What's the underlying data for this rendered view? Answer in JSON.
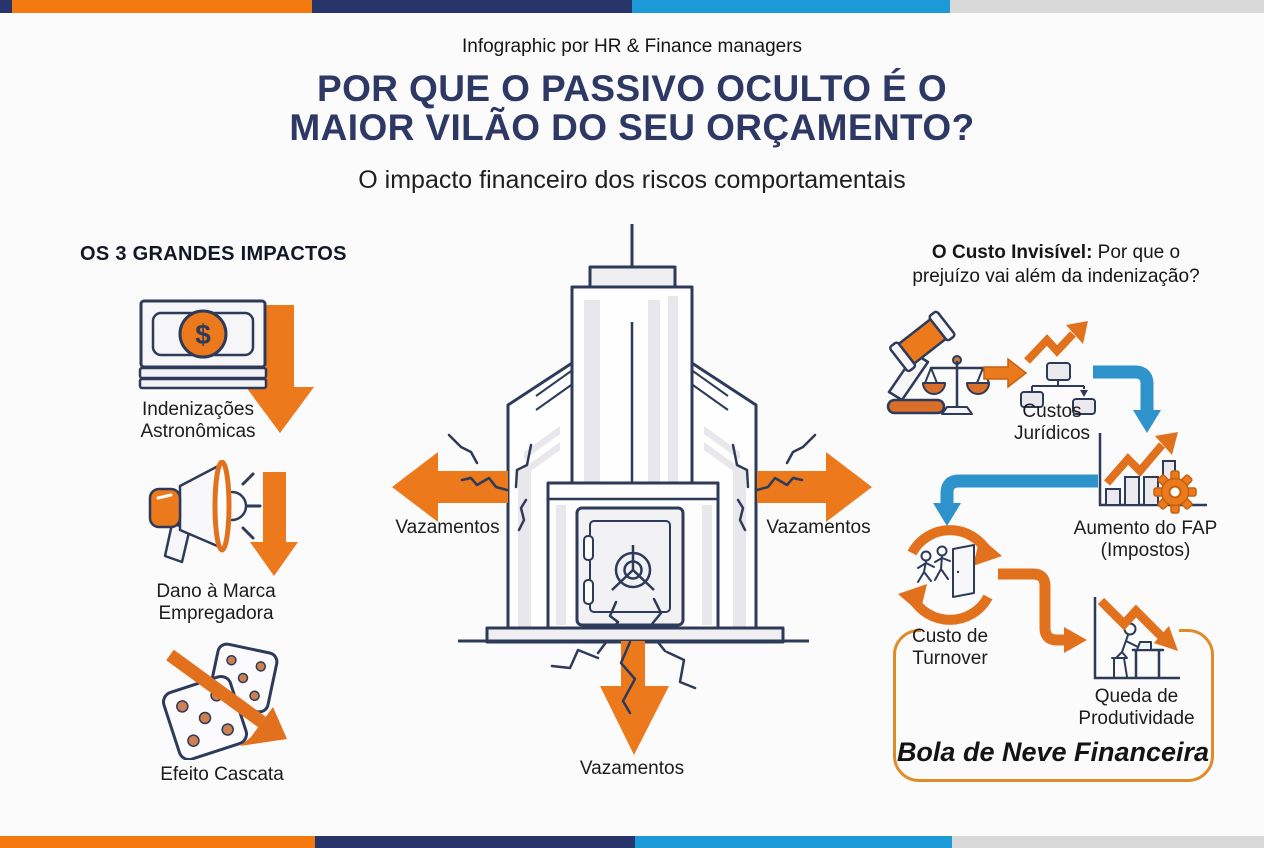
{
  "colors": {
    "orange": "#EC7A1C",
    "navy_bar": "#27356B",
    "blue": "#2E93CB",
    "light_blue_bar": "#1B9AD7",
    "gray_bar": "#D9D9D9",
    "title_navy": "#2D3964",
    "outline_navy": "#2E3A59",
    "snowball_border": "#E08A28"
  },
  "header": {
    "kicker": "Infographic por HR & Finance managers",
    "title_line1": "POR QUE O PASSIVO OCULTO É O",
    "title_line2": "MAIOR VILÃO DO SEU ORÇAMENTO?",
    "subtitle": "O impacto financeiro dos riscos comportamentais"
  },
  "impacts": {
    "heading": "OS 3 GRANDES IMPACTOS",
    "currency_symbol": "$",
    "items": [
      {
        "icon": "banknote-dollar-down-arrow",
        "line1": "Indenizações",
        "line2": "Astronômicas"
      },
      {
        "icon": "megaphone-down-arrow",
        "line1": "Dano à Marca",
        "line2": "Empregadora"
      },
      {
        "icon": "dice-declining-arrow",
        "line1": "Efeito Cascata",
        "line2": ""
      }
    ]
  },
  "building": {
    "icon": "cracked-office-building-with-vault",
    "labels": {
      "left": "Vazamentos",
      "right": "Vazamentos",
      "bottom": "Vazamentos"
    }
  },
  "invisible_cost": {
    "heading_bold": "O Custo Invisível:",
    "heading_tail": " Por que o",
    "heading_line2": "prejuízo vai além da indenização?",
    "nodes": [
      {
        "icon": "gavel-scales-justice",
        "line1": "Custos",
        "line2": "Jurídicos"
      },
      {
        "icon": "bar-chart-gear",
        "line1": "Aumento do FAP",
        "line2": "(Impostos)"
      },
      {
        "icon": "turnover-cycle-exit-door",
        "line1": "Custo de",
        "line2": "Turnover"
      },
      {
        "icon": "desk-worker-declining-arrow",
        "line1": "Queda de",
        "line2": "Produtividade"
      }
    ],
    "snowball_label": "Bola de Neve Financeira"
  }
}
